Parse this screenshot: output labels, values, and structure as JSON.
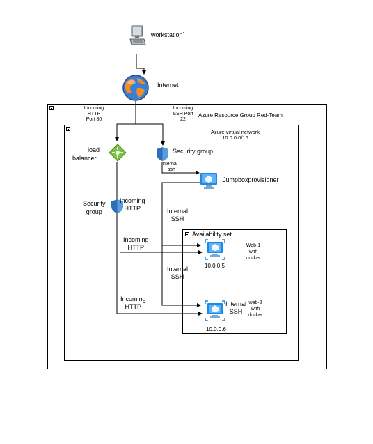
{
  "nodes": {
    "workstation": "workstation`",
    "internet": "Internet",
    "load_balancer": [
      "load",
      "balancer"
    ],
    "security_group_top": "Security group",
    "security_group_left": [
      "Security",
      "group"
    ],
    "jumpbox": "Jumpboxprovisioner",
    "web1_ip": "10.0.0.5",
    "web1_desc": [
      "Web-1",
      "with",
      "docker"
    ],
    "web2_ip": "10.0.0.6",
    "web2_desc": [
      "web-2",
      "with",
      "docker"
    ]
  },
  "containers": {
    "resource_group": "Azure Resource Group Red-Team",
    "vnet": [
      "Azure virtual network",
      "10.0.0.0/16"
    ],
    "availability_set": "Availability set"
  },
  "edge_labels": {
    "incoming_http_port80": [
      "Incoming",
      "HTTP",
      "Port 80"
    ],
    "incoming_ssh_port22": [
      "Incoming",
      "SSH Port",
      "22"
    ],
    "internal_ssh_small": [
      "Internal",
      "ssh"
    ],
    "incoming_http_sg": [
      "Incoming",
      "HTTP"
    ],
    "internal_ssh_1": [
      "Internal",
      "SSH"
    ],
    "incoming_http_1": [
      "Incoming",
      "HTTP"
    ],
    "internal_ssh_2": [
      "Internal",
      "SSH"
    ],
    "incoming_http_2": [
      "Incoming",
      "HTTP"
    ],
    "internal_ssh_3": [
      "Internal",
      "SSH"
    ]
  },
  "colors": {
    "azure_blue": "#1e88e5",
    "lb_green": "#7cc142",
    "shield_blue": "#2f6fb5",
    "globe_orange": "#f28c28"
  }
}
